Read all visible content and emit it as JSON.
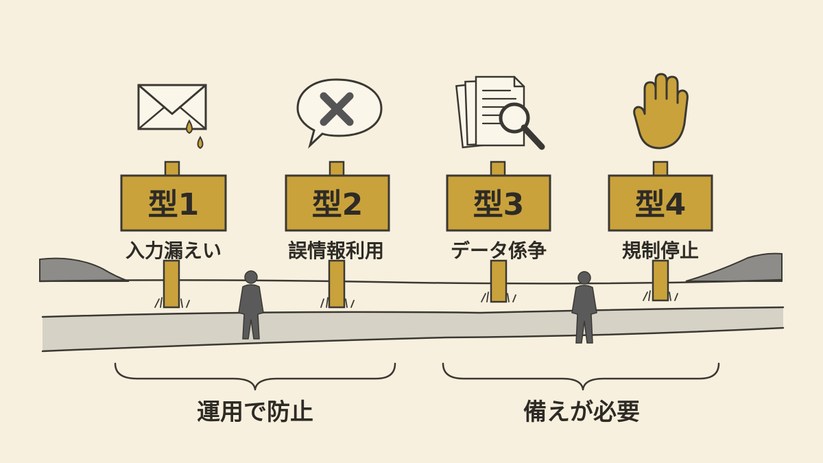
{
  "signs": [
    {
      "label": "型1",
      "caption": "入力漏えい",
      "icon": "leaking-envelope-icon"
    },
    {
      "label": "型2",
      "caption": "誤情報利用",
      "icon": "x-speech-bubble-icon"
    },
    {
      "label": "型3",
      "caption": "データ係争",
      "icon": "documents-magnifier-icon"
    },
    {
      "label": "型4",
      "caption": "規制停止",
      "icon": "stop-hand-icon"
    }
  ],
  "groups": [
    {
      "label": "運用で防止"
    },
    {
      "label": "備えが必要"
    }
  ],
  "colors": {
    "background": "#f7f0de",
    "sign_wood": "#c9a23c",
    "ink": "#2e2b26",
    "road": "#d6d2c6",
    "figure": "#5a5a5a"
  }
}
